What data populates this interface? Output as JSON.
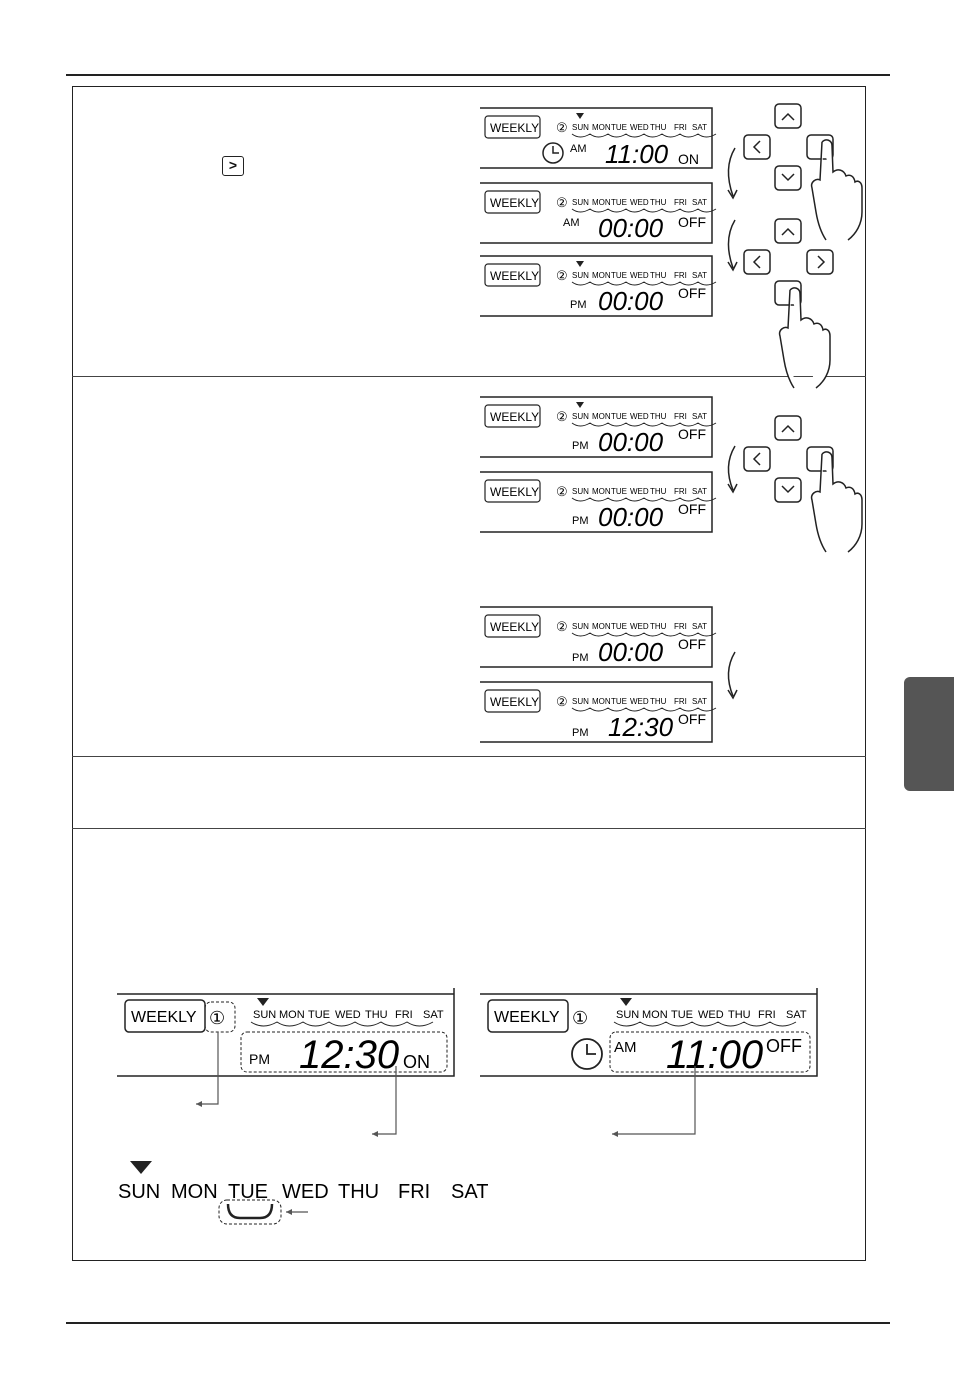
{
  "lcd": {
    "weekly_label": "WEEKLY",
    "program_small": "②",
    "program_large": "①",
    "days": [
      "SUN",
      "MON",
      "TUE",
      "WED",
      "THU",
      "FRI",
      "SAT"
    ],
    "am": "AM",
    "pm": "PM",
    "on": "ON",
    "off": "OFF",
    "tilde": "~"
  },
  "step1": {
    "key_icon": "right-arrow-key-icon",
    "displays": [
      {
        "period": "AM",
        "time": "11:00",
        "state": "ON",
        "clock": true
      },
      {
        "period": "AM",
        "time": "00:00",
        "state": "OFF",
        "clock": false
      },
      {
        "period": "PM",
        "time": "00:00",
        "state": "OFF",
        "clock": false
      }
    ]
  },
  "step2": {
    "displays": [
      {
        "period": "PM",
        "time": "00:00",
        "state": "OFF"
      },
      {
        "period": "PM",
        "time": "00:00",
        "state": "OFF"
      },
      {
        "period": "PM",
        "time": "00:00",
        "state": "OFF"
      },
      {
        "period": "PM",
        "time": "12:30",
        "state": "OFF"
      }
    ]
  },
  "summary": {
    "left": {
      "period": "PM",
      "time": "12:30",
      "state": "ON"
    },
    "right": {
      "period": "AM",
      "time": "11:00",
      "state": "OFF"
    },
    "days_large": [
      "SUN",
      "MON",
      "TUE",
      "WED",
      "THU",
      "FRI",
      "SAT"
    ]
  },
  "colors": {
    "tab": "#555555",
    "line": "#222222"
  }
}
